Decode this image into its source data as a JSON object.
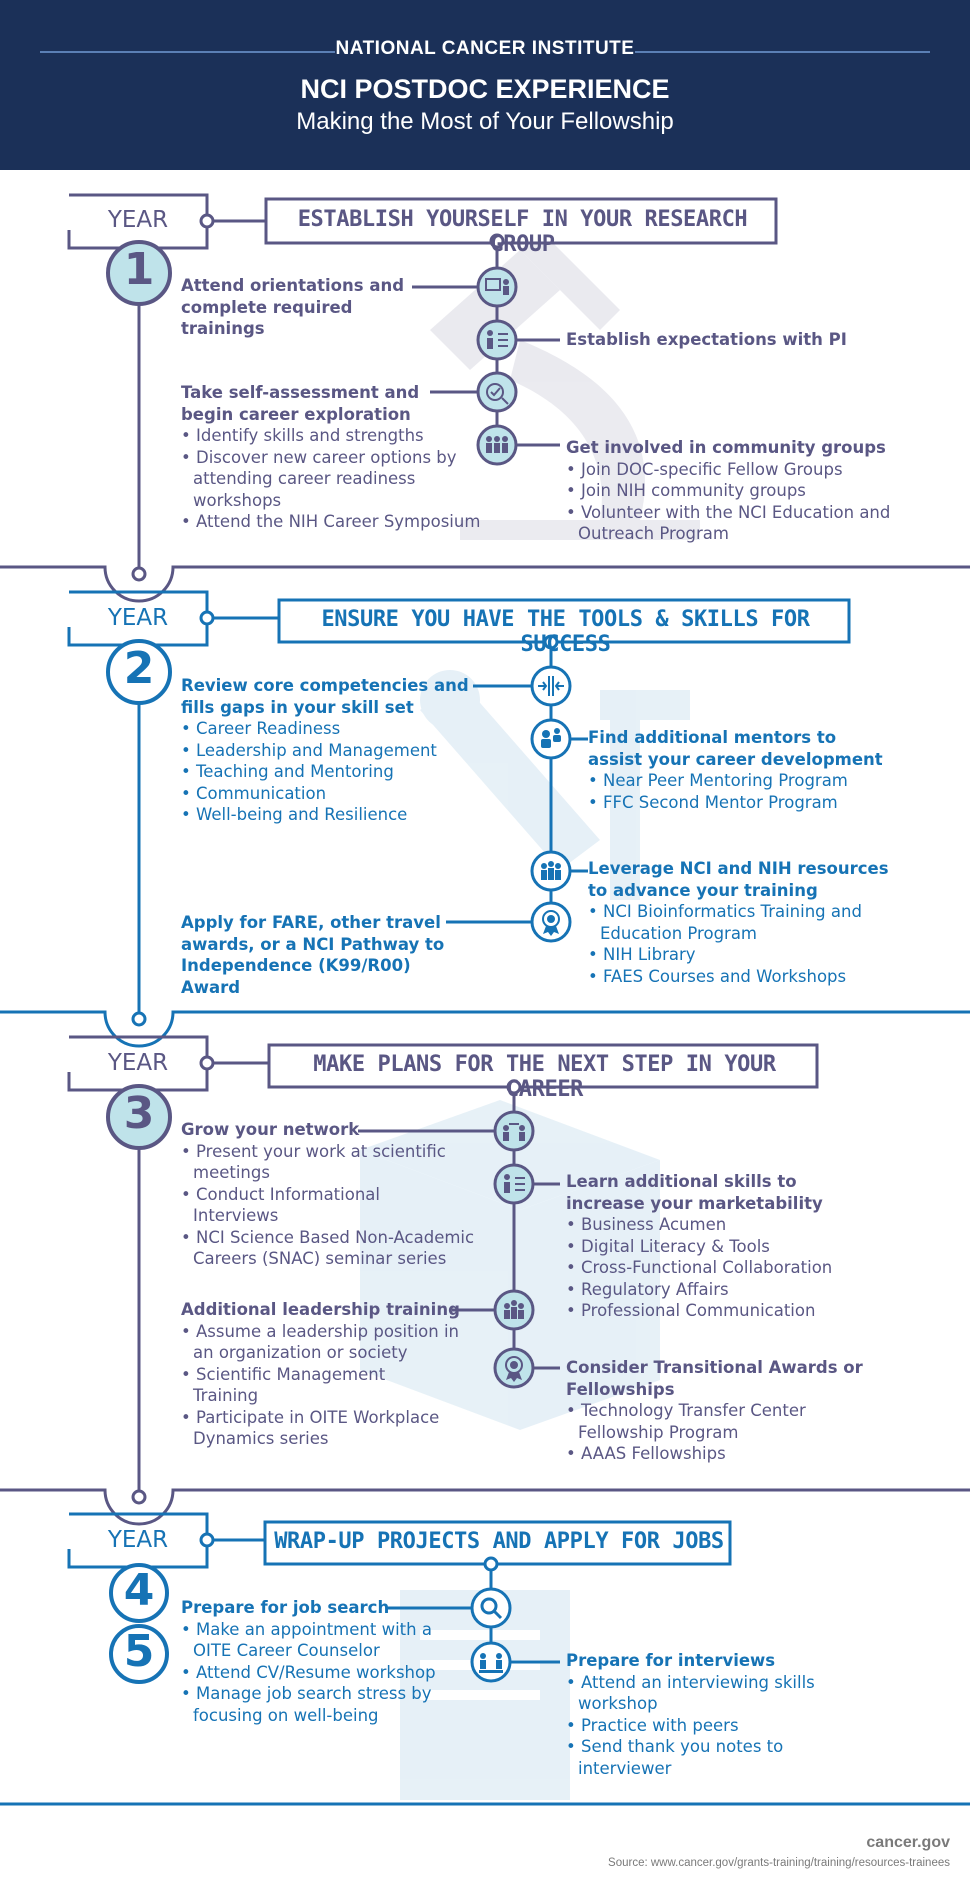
{
  "header": {
    "org": "NATIONAL CANCER INSTITUTE",
    "title": "NCI POSTDOC EXPERIENCE",
    "subtitle": "Making the Most of Your Fellowship"
  },
  "colors": {
    "header_bg": "#1b3058",
    "year1_3_accent": "#5a5784",
    "year2_4_accent": "#1673b5",
    "circle_fill": "#bfe3ea",
    "divider": "#5a5784"
  },
  "sections": [
    {
      "year_label": "YEAR",
      "number": "1",
      "banner": "ESTABLISH YOURSELF IN YOUR RESEARCH GROUP",
      "left": [
        {
          "heading": "Attend orientations and complete required trainings",
          "items": []
        },
        {
          "heading": "Take self-assessment and begin career exploration",
          "items": [
            "Identify skills and strengths",
            "Discover new career options by attending career readiness workshops",
            "Attend the NIH Career Symposium"
          ]
        }
      ],
      "right": [
        {
          "heading": "Establish expectations with PI",
          "items": []
        },
        {
          "heading": "Get involved in community groups",
          "items": [
            "Join DOC-specific Fellow Groups",
            "Join NIH community groups",
            "Volunteer with the NCI Education and Outreach Program"
          ]
        }
      ],
      "icons": [
        "presentation-icon",
        "checklist-person-icon",
        "self-assessment-icon",
        "community-group-icon"
      ]
    },
    {
      "year_label": "YEAR",
      "number": "2",
      "banner": "ENSURE YOU HAVE THE TOOLS & SKILLS FOR SUCCESS",
      "left": [
        {
          "heading": "Review core competencies and fills gaps in your skill set",
          "items": [
            "Career Readiness",
            "Leadership and Management",
            "Teaching and Mentoring",
            "Communication",
            "Well-being and Resilience"
          ]
        },
        {
          "heading": "Apply for FARE, other travel awards, or a NCI Pathway to Independence (K99/R00) Award",
          "items": []
        }
      ],
      "right": [
        {
          "heading": "Find additional mentors to assist your career development",
          "items": [
            "Near Peer Mentoring Program",
            "FFC Second Mentor Program"
          ]
        },
        {
          "heading": "Leverage NCI and NIH resources to advance your training",
          "items": [
            "NCI Bioinformatics Training and Education Program",
            "NIH Library",
            "FAES Courses and Workshops"
          ]
        }
      ],
      "icons": [
        "gap-arrows-icon",
        "mentor-icon",
        "team-resources-icon",
        "award-medal-icon"
      ]
    },
    {
      "year_label": "YEAR",
      "number": "3",
      "banner": "MAKE PLANS FOR THE NEXT STEP IN YOUR CAREER",
      "left": [
        {
          "heading": "Grow your network",
          "items": [
            "Present your work at scientific meetings",
            "Conduct Informational Interviews",
            "NCI Science Based Non-Academic Careers (SNAC) seminar series"
          ]
        },
        {
          "heading": "Additional leadership training",
          "items": [
            "Assume a leadership position in an organization or society",
            "Scientific Management Training",
            "Participate in OITE Workplace Dynamics series"
          ]
        }
      ],
      "right": [
        {
          "heading": "Learn additional skills to increase your marketability",
          "items": [
            "Business Acumen",
            "Digital Literacy & Tools",
            "Cross-Functional Collaboration",
            "Regulatory Affairs",
            "Professional Communication"
          ]
        },
        {
          "heading": "Consider Transitional Awards or Fellowships",
          "items": [
            "Technology Transfer Center Fellowship Program",
            "AAAS Fellowships"
          ]
        }
      ],
      "icons": [
        "network-icon",
        "checklist-person-icon",
        "leadership-icon",
        "award-medal-icon"
      ]
    },
    {
      "year_label": "YEAR",
      "number": "4",
      "number2": "5",
      "banner": "WRAP-UP  PROJECTS AND APPLY FOR JOBS",
      "left": [
        {
          "heading": "Prepare for job search",
          "items": [
            "Make an appointment with a OITE Career Counselor",
            "Attend CV/Resume workshop",
            "Manage job search stress by focusing on well-being"
          ]
        }
      ],
      "right": [
        {
          "heading": "Prepare for interviews",
          "items": [
            "Attend an interviewing skills workshop",
            "Practice with peers",
            "Send thank you notes to interviewer"
          ]
        }
      ],
      "icons": [
        "job-search-icon",
        "interview-icon"
      ]
    }
  ],
  "footer": {
    "site": "cancer.gov",
    "source": "Source: www.cancer.gov/grants-training/training/resources-trainees"
  }
}
